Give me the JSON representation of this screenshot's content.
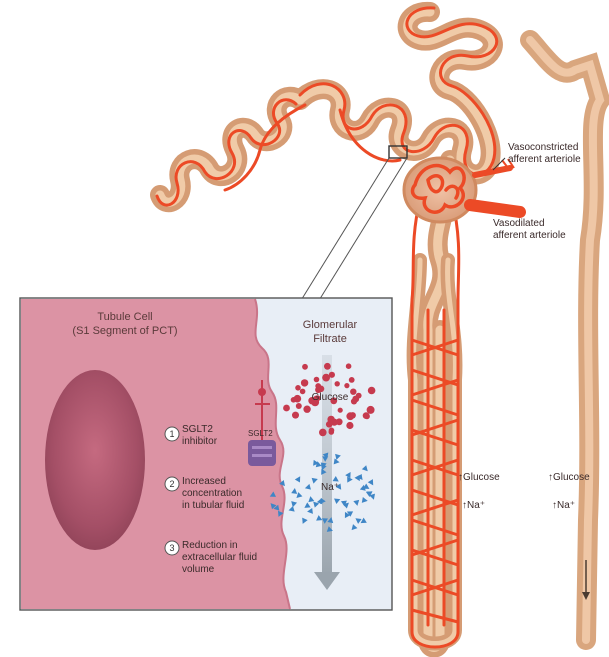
{
  "nephron": {
    "constricted_label_1": "Vasoconstricted",
    "constricted_label_2": "afferent arteriole",
    "dilated_label_1": "Vasodilated",
    "dilated_label_2": "afferent arteriole",
    "tubule_glucose": "↑Glucose",
    "tubule_na": "↑Na⁺",
    "duct_glucose": "↑Glucose",
    "duct_na": "↑Na⁺"
  },
  "inset": {
    "cell_title_1": "Tubule Cell",
    "cell_title_2": "(S1 Segment of PCT)",
    "filtrate_title_1": "Glomerular",
    "filtrate_title_2": "Filtrate",
    "glucose_label": "Glucose",
    "na_label": "Na⁺",
    "transporter_label": "SGLT2",
    "steps": [
      {
        "num": "1",
        "line1": "SGLT2",
        "line2": "inhibitor",
        "line3": ""
      },
      {
        "num": "2",
        "line1": "Increased",
        "line2": "concentration",
        "line3": "in tubular fluid"
      },
      {
        "num": "3",
        "line1": "Reduction in",
        "line2": "extracellular fluid",
        "line3": "volume"
      }
    ]
  },
  "colors": {
    "vessel": "#ec4a26",
    "tubule": "#e3b08a",
    "cell_bg": "#dc8fa0",
    "filtrate_bg": "#e4edf6",
    "glucose_dot": "#c63a4e",
    "sodium_mark": "#3f86c6",
    "transporter": "#7a5a9c"
  }
}
